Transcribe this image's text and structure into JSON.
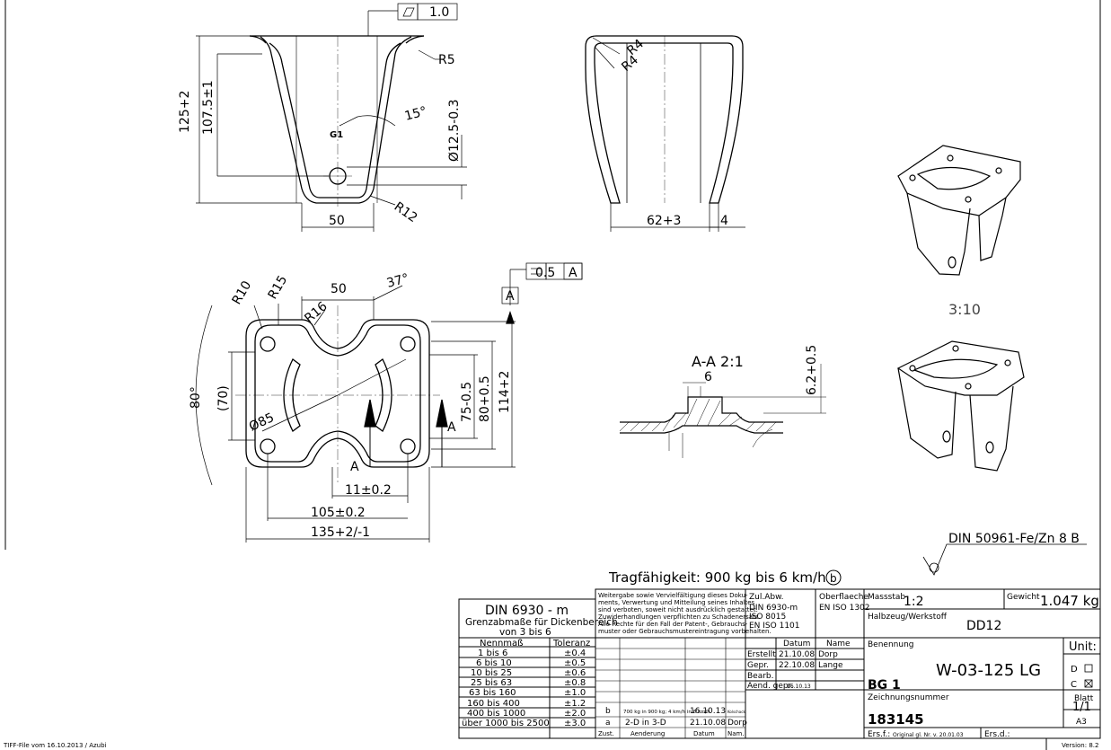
{
  "footer": {
    "left": "TIFF-File vom 16.10.2013 / Azubi",
    "right": "Version: 8.2"
  },
  "front_view": {
    "flatness_value": "1.0",
    "dim_total_height": "125+2",
    "dim_height": "107.5±1",
    "radius_top": "R5",
    "angle": "15°",
    "hole": "Ø12.5-0.3",
    "label": "G1",
    "radius_bottom": "R12",
    "width_bottom": "50"
  },
  "side_view": {
    "r1": "R4",
    "r2": "R4",
    "width": "62+3",
    "thickness": "4"
  },
  "top_view": {
    "r10": "R10",
    "r15": "R15",
    "r16": "R16",
    "width_top": "50",
    "angle_top": "37°",
    "parallel_value": "0.5",
    "datum_ref": "A",
    "datum": "A",
    "angle_left": "80°",
    "dim_70": "(70)",
    "dia_85": "Ø85",
    "dim_75": "75-0.5",
    "dim_80": "80+0.5",
    "dim_114": "114+2",
    "dim_11": "11±0.2",
    "dim_105": "105±0.2",
    "dim_135": "135+2/-1",
    "section_label": "A"
  },
  "section": {
    "title": "A-A  2:1",
    "width": "6",
    "depth": "6.2+0.5"
  },
  "iso": {
    "scale": "3:10",
    "finish": "DIN 50961-Fe/Zn 8 B"
  },
  "capacity": {
    "text": "Tragfähigkeit: 900 kg bis 6 km/h",
    "circle": "b"
  },
  "tolerance_table": {
    "title": "DIN 6930 - m",
    "subtitle1": "Grenzabmaße für Dickenbereich",
    "subtitle2": "von 3 bis 6",
    "headers": [
      "Nennmaß",
      "Toleranz"
    ],
    "rows": [
      [
        "1 bis    6",
        "±0.4"
      ],
      [
        "6 bis   10",
        "±0.5"
      ],
      [
        "10 bis   25",
        "±0.6"
      ],
      [
        "25 bis   63",
        "±0.8"
      ],
      [
        "63 bis  160",
        "±1.0"
      ],
      [
        "160 bis  400",
        "±1.2"
      ],
      [
        "400 bis 1000",
        "±2.0"
      ],
      [
        "über 1000 bis 2500",
        "±3.0"
      ]
    ]
  },
  "notice": {
    "lines": [
      "Weitergabe sowie Vervielfältigung dieses Doku-",
      "ments, Verwertung und Mitteilung seines Inhaltes",
      "sind verboten, soweit nicht ausdrücklich gestattet.",
      "Zuwiderhandlungen verpflichten zu Schadenersatz.",
      "Alle Rechte für den Fall der Patent-, Gebrauchs-",
      "muster oder Gebrauchsmustereintragung vorbehalten."
    ]
  },
  "revisions": {
    "rows": [
      {
        "idx": "b",
        "change": "700 kg in 900 kg; 4 km/h in 6 km/h",
        "date": "16.10.13",
        "name": "Kolschack"
      },
      {
        "idx": "a",
        "change": "2-D in 3-D",
        "date": "21.10.08",
        "name": "Dorp"
      }
    ],
    "headers": [
      "Zust.",
      "Aenderung",
      "Datum",
      "Nam."
    ]
  },
  "standards": {
    "title": "Zul.Abw.",
    "lines": [
      "DIN 6930-m",
      "ISO 8015",
      "EN ISO 1101"
    ],
    "surface_title": "Oberflaeche",
    "surface": "EN ISO 1302"
  },
  "approvals": {
    "headers": [
      "Datum",
      "Name"
    ],
    "rows": [
      {
        "label": "Erstellt",
        "date": "21.10.08",
        "name": "Dorp"
      },
      {
        "label": "Gepr.",
        "date": "22.10.08",
        "name": "Lange"
      },
      {
        "label": "Bearb.",
        "date": "",
        "name": ""
      },
      {
        "label": "Aend. gepr.",
        "date": "16.10.13",
        "name": ""
      }
    ]
  },
  "title_block": {
    "massstab_label": "Massstab",
    "massstab": "1:2",
    "gewicht_label": "Gewicht",
    "gewicht": "1.047 kg",
    "werkstoff_label": "Halbzeug/Werkstoff",
    "werkstoff": "DD12",
    "benennung_label": "Benennung",
    "benennung": "W-03-125 LG",
    "sub": "BG 1",
    "unit_label": "Unit:",
    "unit_d": "D",
    "unit_c": "C",
    "zeichnung_label": "Zeichnungsnummer",
    "zeichnung": "183145",
    "blatt_label": "Blatt",
    "blatt": "1/1",
    "format": "A3",
    "ersf_label": "Ers.f.:",
    "ersf": "Original gl. Nr. v. 20.01.03",
    "ersd_label": "Ers.d.:"
  }
}
